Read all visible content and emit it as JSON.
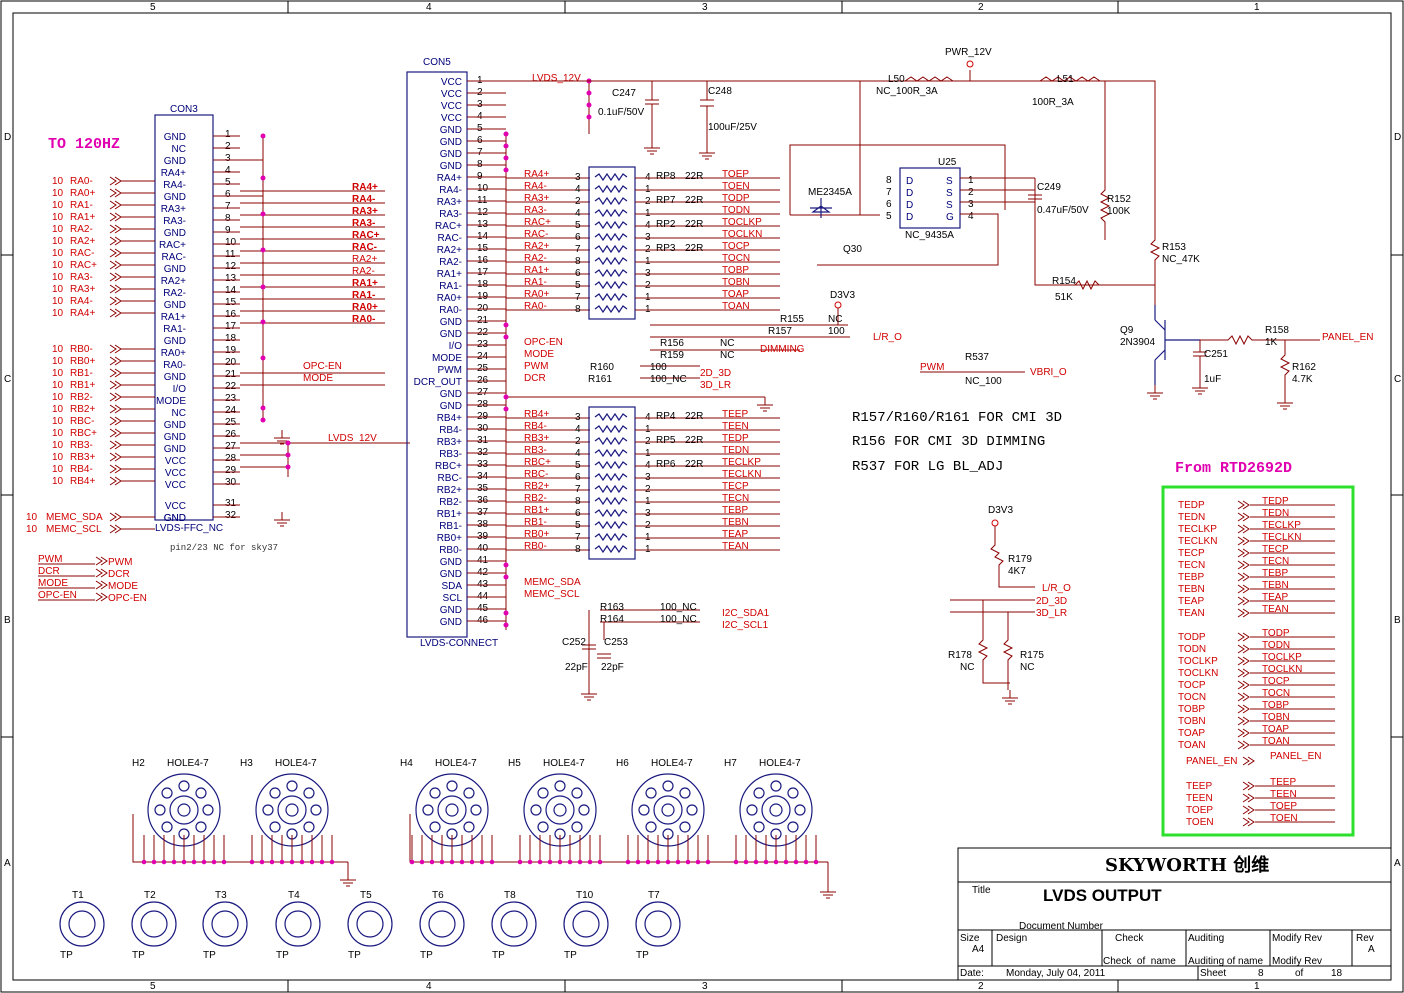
{
  "frame": {
    "cols_top": [
      "5",
      "4",
      "3",
      "2",
      "1"
    ],
    "rows": [
      "D",
      "C",
      "B",
      "A"
    ]
  },
  "headers": {
    "to120": "TO 120HZ",
    "from": "From RTD2692D"
  },
  "con3": {
    "ref": "CON3",
    "name": "LVDS-FFC_NC",
    "note": "pin2/23 NC for sky37",
    "pins": [
      {
        "n": "1",
        "name": "GND"
      },
      {
        "n": "2",
        "name": "NC"
      },
      {
        "n": "3",
        "name": "GND"
      },
      {
        "n": "4",
        "name": "RA4+"
      },
      {
        "n": "5",
        "name": "RA4-"
      },
      {
        "n": "6",
        "name": "GND"
      },
      {
        "n": "7",
        "name": "RA3+"
      },
      {
        "n": "8",
        "name": "RA3-"
      },
      {
        "n": "9",
        "name": "GND"
      },
      {
        "n": "10",
        "name": "RAC+"
      },
      {
        "n": "11",
        "name": "RAC-"
      },
      {
        "n": "12",
        "name": "GND"
      },
      {
        "n": "13",
        "name": "RA2+"
      },
      {
        "n": "14",
        "name": "RA2-"
      },
      {
        "n": "15",
        "name": "GND"
      },
      {
        "n": "16",
        "name": "RA1+"
      },
      {
        "n": "17",
        "name": "RA1-"
      },
      {
        "n": "18",
        "name": "GND"
      },
      {
        "n": "19",
        "name": "RA0+"
      },
      {
        "n": "20",
        "name": "RA0-"
      },
      {
        "n": "21",
        "name": "GND"
      },
      {
        "n": "22",
        "name": "I/O"
      },
      {
        "n": "23",
        "name": "MODE"
      },
      {
        "n": "24",
        "name": "NC"
      },
      {
        "n": "25",
        "name": "GND"
      },
      {
        "n": "26",
        "name": "GND"
      },
      {
        "n": "27",
        "name": "GND"
      },
      {
        "n": "28",
        "name": "VCC"
      },
      {
        "n": "29",
        "name": "VCC"
      },
      {
        "n": "30",
        "name": "VCC"
      },
      {
        "n": "31",
        "name": "VCC"
      },
      {
        "n": "32",
        "name": "GND"
      },
      {
        "n": "",
        "name": "GND"
      }
    ],
    "right_labels": [
      "RA4+",
      "RA4-",
      "RA3+",
      "RA3-",
      "RAC+",
      "RAC-",
      "RA2+",
      "RA2-",
      "RA1+",
      "RA1-",
      "RA0+",
      "RA0-"
    ],
    "opc": "OPC-EN",
    "mode": "MODE",
    "lvds12": "LVDS_12V"
  },
  "left_ports": {
    "ra": [
      "RA0-",
      "RA0+",
      "RA1-",
      "RA1+",
      "RA2-",
      "RA2+",
      "RAC-",
      "RAC+",
      "RA3-",
      "RA3+",
      "RA4-",
      "RA4+"
    ],
    "rb": [
      "RB0-",
      "RB0+",
      "RB1-",
      "RB1+",
      "RB2-",
      "RB2+",
      "RBC-",
      "RBC+",
      "RB3-",
      "RB3+",
      "RB4-",
      "RB4+"
    ],
    "memc": [
      "MEMC_SDA",
      "MEMC_SCL"
    ],
    "num": "10",
    "ctrl": [
      {
        "l": "PWM",
        "r": "PWM"
      },
      {
        "l": "DCR",
        "r": "DCR"
      },
      {
        "l": "MODE",
        "r": "MODE"
      },
      {
        "l": "OPC-EN",
        "r": "OPC-EN"
      }
    ]
  },
  "con5": {
    "ref": "CON5",
    "name": "LVDS-CONNECT",
    "pins": [
      "VCC",
      "VCC",
      "VCC",
      "VCC",
      "GND",
      "GND",
      "GND",
      "GND",
      "RA4+",
      "RA4-",
      "RA3+",
      "RA3-",
      "RAC+",
      "RAC-",
      "RA2+",
      "RA2-",
      "RA1+",
      "RA1-",
      "RA0+",
      "RA0-",
      "GND",
      "GND",
      "I/O",
      "MODE",
      "PWM",
      "DCR_OUT",
      "GND",
      "GND",
      "RB4+",
      "RB4-",
      "RB3+",
      "RB3-",
      "RBC+",
      "RBC-",
      "RB2+",
      "RB2-",
      "RB1+",
      "RB1-",
      "RB0+",
      "RB0-",
      "GND",
      "GND",
      "SDA",
      "SCL",
      "GND",
      "GND"
    ],
    "nets_a": [
      "RA4+",
      "RA4-",
      "RA3+",
      "RA3-",
      "RAC+",
      "RAC-",
      "RA2+",
      "RA2-",
      "RA1+",
      "RA1-",
      "RA0+",
      "RA0-"
    ],
    "nets_b": [
      "RB4+",
      "RB4-",
      "RB3+",
      "RB3-",
      "RBC+",
      "RBC-",
      "RB2+",
      "RB2-",
      "RB1+",
      "RB1-",
      "RB0+",
      "RB0-"
    ],
    "mid": [
      "OPC-EN",
      "MODE",
      "PWM",
      "DCR"
    ],
    "memc": [
      "MEMC_SDA",
      "MEMC_SCL"
    ],
    "lvds12": "LVDS_12V"
  },
  "rpacks": {
    "a": [
      {
        "ref": "RP8",
        "val": "22R"
      },
      {
        "ref": "RP7",
        "val": "22R"
      },
      {
        "ref": "RP2",
        "val": "22R"
      },
      {
        "ref": "RP3",
        "val": "22R"
      }
    ],
    "b": [
      {
        "ref": "RP4",
        "val": "22R"
      },
      {
        "ref": "RP5",
        "val": "22R"
      },
      {
        "ref": "RP6",
        "val": "22R"
      }
    ],
    "out_a": [
      "TOEP",
      "TOEN",
      "TODP",
      "TODN",
      "TOCLKP",
      "TOCLKN",
      "TOCP",
      "TOCN",
      "TOBP",
      "TOBN",
      "TOAP",
      "TOAN"
    ],
    "out_b": [
      "TEEP",
      "TEEN",
      "TEDP",
      "TEDN",
      "TECLKP",
      "TECLKN",
      "TECP",
      "TECN",
      "TEBP",
      "TEBN",
      "TEAP",
      "TEAN"
    ],
    "pinL": [
      "3",
      "4",
      "2",
      "4",
      "5",
      "6",
      "7",
      "8",
      "6",
      "5",
      "7",
      "8"
    ],
    "pinR": [
      "4",
      "1",
      "2",
      "1",
      "4",
      "3",
      "2",
      "1",
      "3",
      "2",
      "1",
      "1"
    ]
  },
  "power": {
    "pwr12": "PWR_12V",
    "l50": "L50",
    "l50v": "NC_100R_3A",
    "l51": "L51",
    "l51v": "100R_3A",
    "c247": "C247",
    "c247v": "0.1uF/50V",
    "c248": "C248",
    "c248v": "100uF/25V",
    "me": "ME2345A",
    "q30": "Q30",
    "u25": "U25",
    "u25v": "NC_9435A",
    "u25l": [
      "D",
      "D",
      "D",
      "D"
    ],
    "u25r": [
      "S",
      "S",
      "S",
      "G"
    ],
    "u25ln": [
      "8",
      "7",
      "6",
      "5"
    ],
    "u25rn": [
      "1",
      "2",
      "3",
      "4"
    ],
    "c249": "C249",
    "c249v": "0.47uF/50V",
    "r152": "R152",
    "r152v": "100K",
    "r153": "R153",
    "r153v": "NC_47K",
    "r154": "R154",
    "r154v": "51K",
    "q9": "Q9",
    "q9v": "2N3904",
    "r158": "R158",
    "r158v": "1K",
    "c251": "C251",
    "c251v": "1uF",
    "r162": "R162",
    "r162v": "4.7K",
    "panel_en": "PANEL_EN"
  },
  "misc": {
    "d3v3": "D3V3",
    "r155": "R155",
    "r155v": "NC",
    "r157": "R157",
    "r157v": "100",
    "lr": "L/R_O",
    "r156": "R156",
    "r156v": "NC",
    "r159": "R159",
    "r159v": "NC",
    "dimming": "DIMMING",
    "r160": "R160",
    "r160v": "100",
    "r161": "R161",
    "r161v": "100_NC",
    "d2": "2D_3D",
    "d3": "3D_LR",
    "r537": "R537",
    "r537v": "NC_100",
    "pwm": "PWM",
    "vbri": "VBRI_O",
    "r163": "R163",
    "r163v": "100_NC",
    "r164": "R164",
    "r164v": "100_NC",
    "sda": "I2C_SDA1",
    "scl": "I2C_SCL1",
    "c252": "C252",
    "c252v": "22pF",
    "c253": "C253",
    "c253v": "22pF",
    "r179": "R179",
    "r179v": "4K7",
    "r178": "R178",
    "r178v": "NC",
    "r175": "R175",
    "r175v": "NC"
  },
  "notes": [
    "R157/R160/R161 FOR CMI 3D",
    "R156 FOR CMI 3D DIMMING",
    "R537 FOR LG BL_ADJ"
  ],
  "green": {
    "left_a": [
      "TEDP",
      "TEDN",
      "TECLKP",
      "TECLKN",
      "TECP",
      "TECN",
      "TEBP",
      "TEBN",
      "TEAP",
      "TEAN"
    ],
    "left_b": [
      "TODP",
      "TODN",
      "TOCLKP",
      "TOCLKN",
      "TOCP",
      "TOCN",
      "TOBP",
      "TOBN",
      "TOAP",
      "TOAN"
    ],
    "panel": "PANEL_EN",
    "left_c": [
      "TEEP",
      "TEEN",
      "TOEP",
      "TOEN"
    ]
  },
  "holes": [
    {
      "ref": "H2",
      "val": "HOLE4-7"
    },
    {
      "ref": "H3",
      "val": "HOLE4-7"
    },
    {
      "ref": "H4",
      "val": "HOLE4-7"
    },
    {
      "ref": "H5",
      "val": "HOLE4-7"
    },
    {
      "ref": "H6",
      "val": "HOLE4-7"
    },
    {
      "ref": "H7",
      "val": "HOLE4-7"
    }
  ],
  "tps": [
    {
      "ref": "T1",
      "val": "TP"
    },
    {
      "ref": "T2",
      "val": "TP"
    },
    {
      "ref": "T3",
      "val": "TP"
    },
    {
      "ref": "T4",
      "val": "TP"
    },
    {
      "ref": "T5",
      "val": "TP"
    },
    {
      "ref": "T6",
      "val": "TP"
    },
    {
      "ref": "T8",
      "val": "TP"
    },
    {
      "ref": "T10",
      "val": "TP"
    },
    {
      "ref": "T7",
      "val": "TP"
    }
  ],
  "title": {
    "company": "SKYWORTH 创维",
    "title_label": "Title",
    "title": "LVDS OUTPUT",
    "docnum": "Document Number",
    "size_label": "Size",
    "size": "A4",
    "design": "Design",
    "check": "Check",
    "auditing": "Auditing",
    "modify": "Modify Rev",
    "rev_label": "Rev",
    "rev": "A",
    "check_name": "Check_of_name",
    "aud_name": "Auditing of name",
    "mod_name": "Modify Rev",
    "date_label": "Date:",
    "date": "Monday, July 04, 2011",
    "sheet_label": "Sheet",
    "sheet": "8",
    "of": "of",
    "total": "18"
  }
}
